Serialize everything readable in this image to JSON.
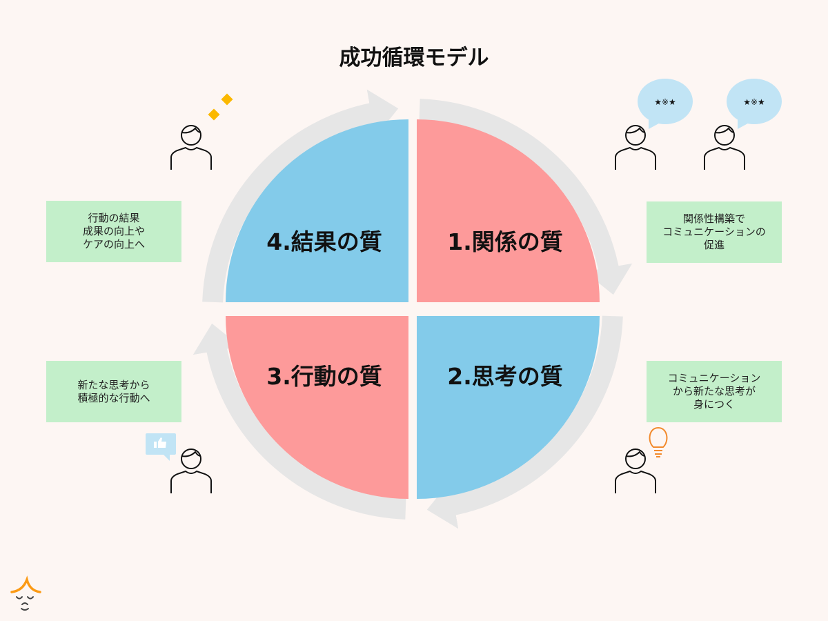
{
  "title": "成功循環モデル",
  "quadrants": [
    {
      "label": "1.関係の質",
      "color": "#fd9a9a"
    },
    {
      "label": "2.思考の質",
      "color": "#83cbea"
    },
    {
      "label": "3.行動の質",
      "color": "#fd9a9a"
    },
    {
      "label": "4.結果の質",
      "color": "#83cbea"
    }
  ],
  "notes": {
    "relationship": "関係性構築で\nコミュニケーションの\n促進",
    "thinking": "コミュニケーション\nから新たな思考が\n身につく",
    "action": "新たな思考から\n積極的な行動へ",
    "result": "行動の結果\n成果の向上や\nケアの向上へ"
  },
  "speech_bubbles": [
    "★※★",
    "★※★"
  ],
  "icons": [
    "person-icon",
    "speech-bubble-icon",
    "lightbulb-icon",
    "thumbs-up-icon",
    "sparkle-icon",
    "logo-face-icon"
  ],
  "colors": {
    "ring": "#e6e6e6",
    "note_bg": "#c3efca",
    "bubble": "#c1e4f5",
    "accent": "#fbb800",
    "bulb": "#f28a2c"
  }
}
